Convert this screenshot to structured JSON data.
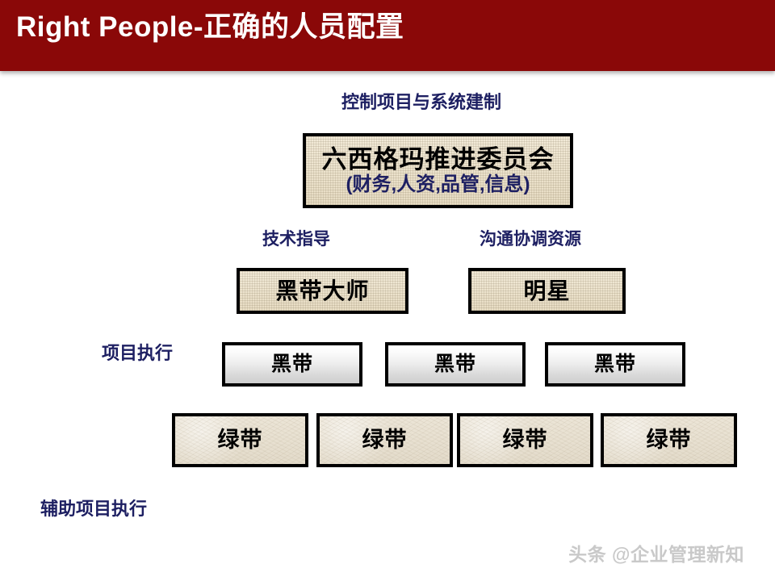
{
  "header": {
    "title": "Right People-正确的人员配置",
    "background_color": "#8a0808",
    "text_color": "#ffffff"
  },
  "colors": {
    "caption_navy": "#1d1f62",
    "box_border": "#000000",
    "linen_fill": "#ece3ce",
    "sand_fill": "#e8e2d4",
    "silver_fill": "#ededed",
    "watermark_gray": "#c9c9c9"
  },
  "diagram": {
    "type": "org-hierarchy",
    "levels": [
      {
        "id": "committee",
        "caption": "控制项目与系统建制",
        "boxes": [
          {
            "title": "六西格玛推进委员会",
            "subtitle": "(财务,人资,品管,信息)",
            "fill": "linen"
          }
        ]
      },
      {
        "id": "master-champion",
        "captions": [
          {
            "text": "技术指导"
          },
          {
            "text": "沟通协调资源"
          }
        ],
        "boxes": [
          {
            "title": "黑带大师",
            "fill": "linen"
          },
          {
            "title": "明星",
            "fill": "linen"
          }
        ]
      },
      {
        "id": "black-belt",
        "row_label": "项目执行",
        "boxes": [
          {
            "title": "黑带",
            "fill": "silver"
          },
          {
            "title": "黑带",
            "fill": "silver"
          },
          {
            "title": "黑带",
            "fill": "silver"
          }
        ]
      },
      {
        "id": "green-belt",
        "row_label": "辅助项目执行",
        "boxes": [
          {
            "title": "绿带",
            "fill": "sand"
          },
          {
            "title": "绿带",
            "fill": "sand"
          },
          {
            "title": "绿带",
            "fill": "sand"
          },
          {
            "title": "绿带",
            "fill": "sand"
          }
        ]
      }
    ]
  },
  "watermark": {
    "text": "头条 @企业管理新知"
  }
}
